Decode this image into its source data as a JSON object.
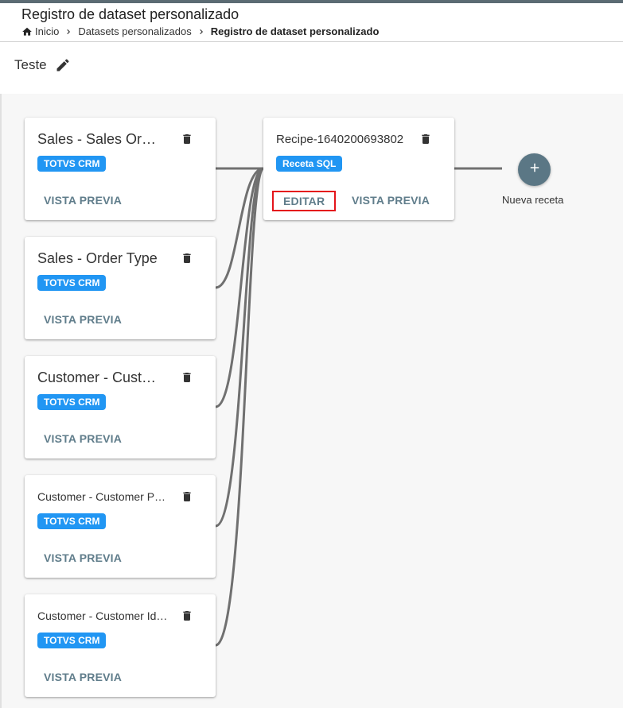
{
  "header": {
    "title": "Registro de dataset personalizado",
    "breadcrumb": {
      "home": "Inicio",
      "datasets": "Datasets personalizados",
      "current": "Registro de dataset personalizado"
    }
  },
  "project": {
    "name": "Teste"
  },
  "datasets": [
    {
      "title": "Sales - Sales Order",
      "tag": "TOTVS CRM",
      "preview_label": "VISTA PREVIA"
    },
    {
      "title": "Sales - Order Type",
      "tag": "TOTVS CRM",
      "preview_label": "VISTA PREVIA"
    },
    {
      "title": "Customer - Customer",
      "tag": "TOTVS CRM",
      "preview_label": "VISTA PREVIA"
    },
    {
      "title": "Customer - Customer Person",
      "tag": "TOTVS CRM",
      "preview_label": "VISTA PREVIA"
    },
    {
      "title": "Customer - Customer Identification",
      "tag": "TOTVS CRM",
      "preview_label": "VISTA PREVIA"
    }
  ],
  "recipe": {
    "title": "Recipe-1640200693802",
    "tag": "Receta SQL",
    "edit_label": "EDITAR",
    "preview_label": "VISTA PREVIA"
  },
  "new_recipe": {
    "label": "Nueva receta",
    "icon": "plus-icon"
  },
  "colors": {
    "accent_tag": "#2196f3",
    "button_text": "#607d8b",
    "highlight": "#e4141b",
    "add_button": "#5b7785"
  }
}
